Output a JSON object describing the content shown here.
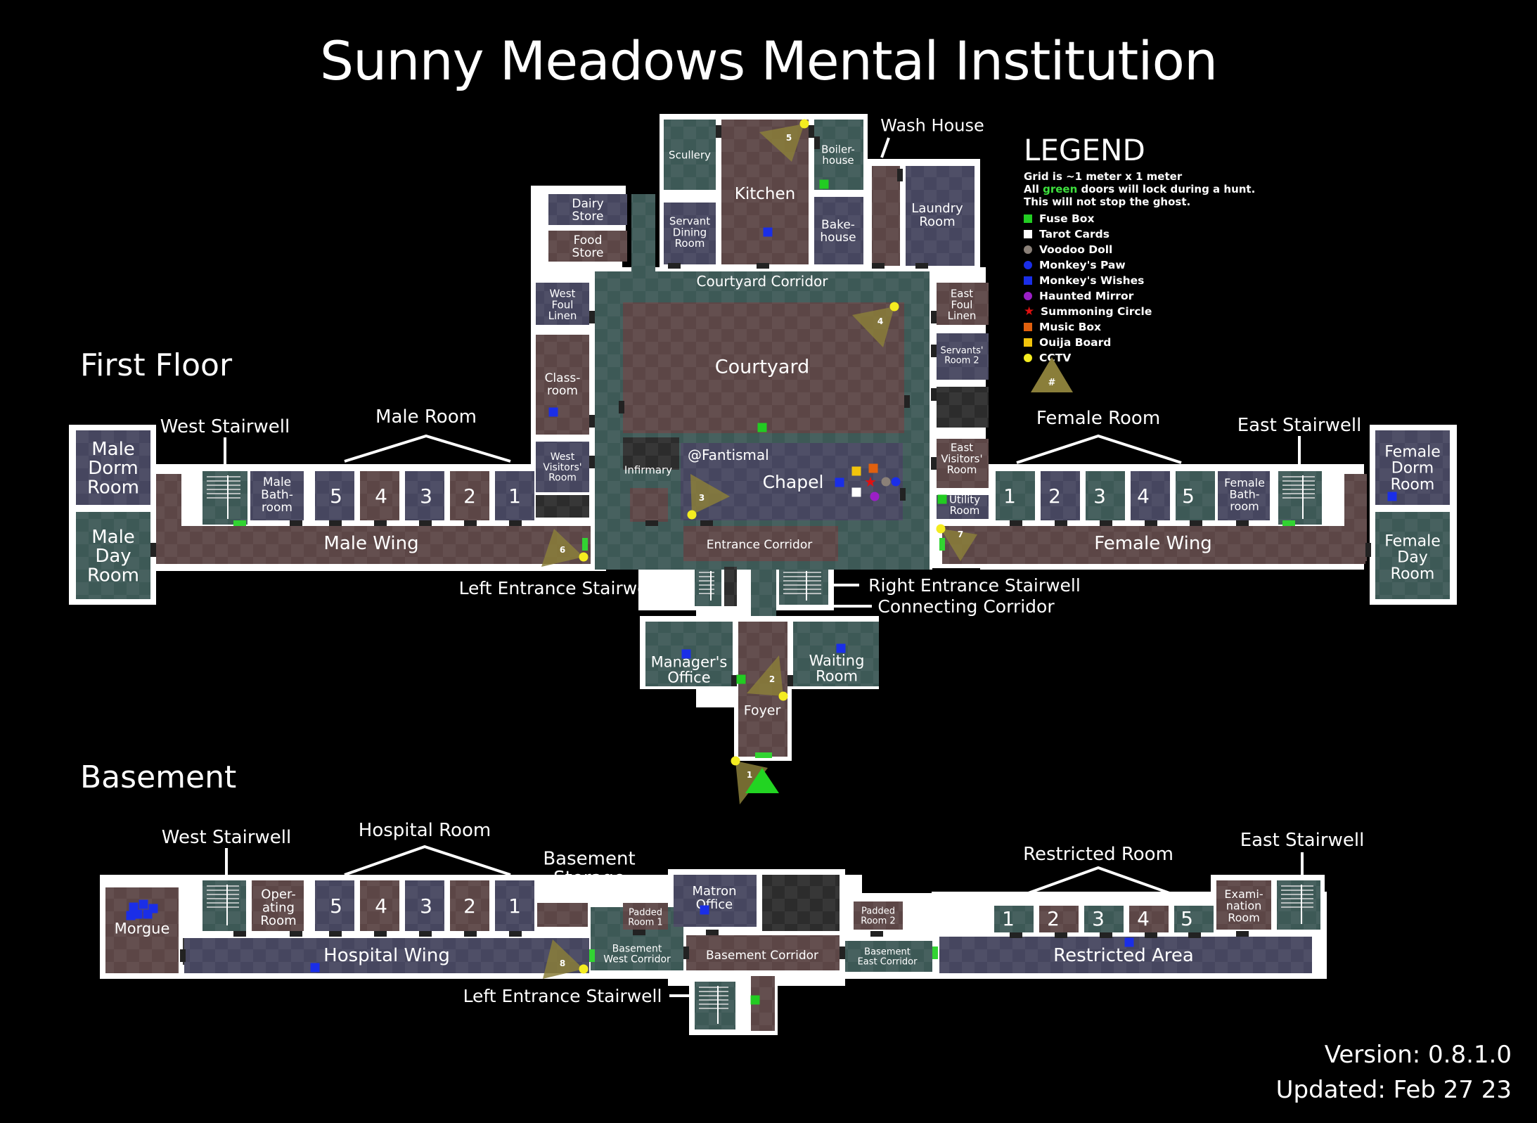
{
  "title": "Sunny Meadows Mental Institution",
  "sections": {
    "first_floor": "First Floor",
    "basement": "Basement"
  },
  "credit": "@Fantismal",
  "legend": {
    "heading": "LEGEND",
    "note_line1": "Grid is ~1 meter x 1 meter",
    "note_line2_pre": "All ",
    "note_line2_green": "green",
    "note_line2_post": " doors will lock during a hunt.",
    "note_line3": "This will not stop the ghost.",
    "items": [
      {
        "label": "Fuse Box",
        "color": "#22cc22",
        "shape": "square"
      },
      {
        "label": "Tarot Cards",
        "color": "#ffffff",
        "shape": "square"
      },
      {
        "label": "Voodoo Doll",
        "color": "#8a8078",
        "shape": "circle"
      },
      {
        "label": "Monkey's Paw",
        "color": "#1a2ee8",
        "shape": "circle"
      },
      {
        "label": "Monkey's Wishes",
        "color": "#1a2ee8",
        "shape": "square"
      },
      {
        "label": "Haunted Mirror",
        "color": "#9b1fc6",
        "shape": "circle"
      },
      {
        "label": "Summoning Circle",
        "color": "#e01010",
        "shape": "star"
      },
      {
        "label": "Music Box",
        "color": "#e0600e",
        "shape": "square"
      },
      {
        "label": "Ouija Board",
        "color": "#f2c40c",
        "shape": "square"
      },
      {
        "label": "CCTV",
        "color": "#f4ec20",
        "shape": "circle"
      }
    ],
    "cctv_symbol": "#"
  },
  "colors": {
    "brown": "#5c4646",
    "purple": "#46465f",
    "teal": "#3d5956",
    "dark": "#2c2c2c",
    "wall": "#ffffff",
    "door": "#222222",
    "green_door": "#32d432",
    "cctv": "#f4ec20",
    "cctv_cone": "#8a7e3a"
  },
  "rooms": {
    "scullery": "Scullery",
    "kitchen": "Kitchen",
    "boilerhouse": "Boiler-\nhouse",
    "wash_house": "Wash House",
    "dairy_store": "Dairy\nStore",
    "food_store": "Food\nStore",
    "servant_dining": "Servant\nDining\nRoom",
    "bakehouse": "Bake-\nhouse",
    "laundry": "Laundry\nRoom",
    "courtyard_corridor": "Courtyard Corridor",
    "west_foul_linen": "West\nFoul\nLinen",
    "east_foul_linen": "East\nFoul\nLinen",
    "courtyard": "Courtyard",
    "servants_room2": "Servants'\nRoom 2",
    "classroom": "Class-\nroom",
    "west_visitors": "West\nVisitors'\nRoom",
    "east_visitors": "East\nVisitors'\nRoom",
    "infirmary": "Infirmary",
    "chapel": "Chapel",
    "utility": "Utility\nRoom",
    "male_dorm": "Male\nDorm\nRoom",
    "male_day": "Male\nDay\nRoom",
    "west_stairwell": "West Stairwell",
    "male_room": "Male Room",
    "male_bathroom": "Male\nBath-\nroom",
    "male_wing": "Male Wing",
    "entrance_corridor": "Entrance Corridor",
    "female_room": "Female Room",
    "east_stairwell": "East Stairwell",
    "female_bathroom": "Female\nBath-\nroom",
    "female_dorm": "Female\nDorm\nRoom",
    "female_day": "Female\nDay\nRoom",
    "female_wing": "Female Wing",
    "left_entrance_stairwell": "Left Entrance Stairwell",
    "right_entrance_stairwell": "Right Entrance Stairwell",
    "connecting_corridor": "Connecting Corridor",
    "managers_office": "Manager's\nOffice",
    "waiting_room": "Waiting\nRoom",
    "foyer": "Foyer",
    "b_west_stairwell": "West Stairwell",
    "hospital_room": "Hospital Room",
    "basement_storage": "Basement\nStorage",
    "restricted_room": "Restricted Room",
    "b_east_stairwell": "East Stairwell",
    "morgue": "Morgue",
    "operating_room": "Oper-\nating\nRoom",
    "hospital_wing": "Hospital Wing",
    "padded_room1": "Padded\nRoom 1",
    "matron_office": "Matron\nOffice",
    "padded_room2": "Padded\nRoom 2",
    "examination_room": "Exami-\nnation\nRoom",
    "basement_west_corridor": "Basement\nWest Corridor",
    "basement_corridor": "Basement Corridor",
    "basement_east_corridor": "Basement\nEast Corridor",
    "restricted_area": "Restricted Area",
    "b_left_entrance_stairwell": "Left Entrance Stairwell"
  },
  "cell_numbers": [
    "1",
    "2",
    "3",
    "4",
    "5"
  ],
  "cctv_numbers": [
    "1",
    "2",
    "3",
    "4",
    "5",
    "6",
    "7",
    "8"
  ],
  "footer": {
    "version": "Version: 0.8.1.0",
    "updated": "Updated: Feb 27 23"
  }
}
